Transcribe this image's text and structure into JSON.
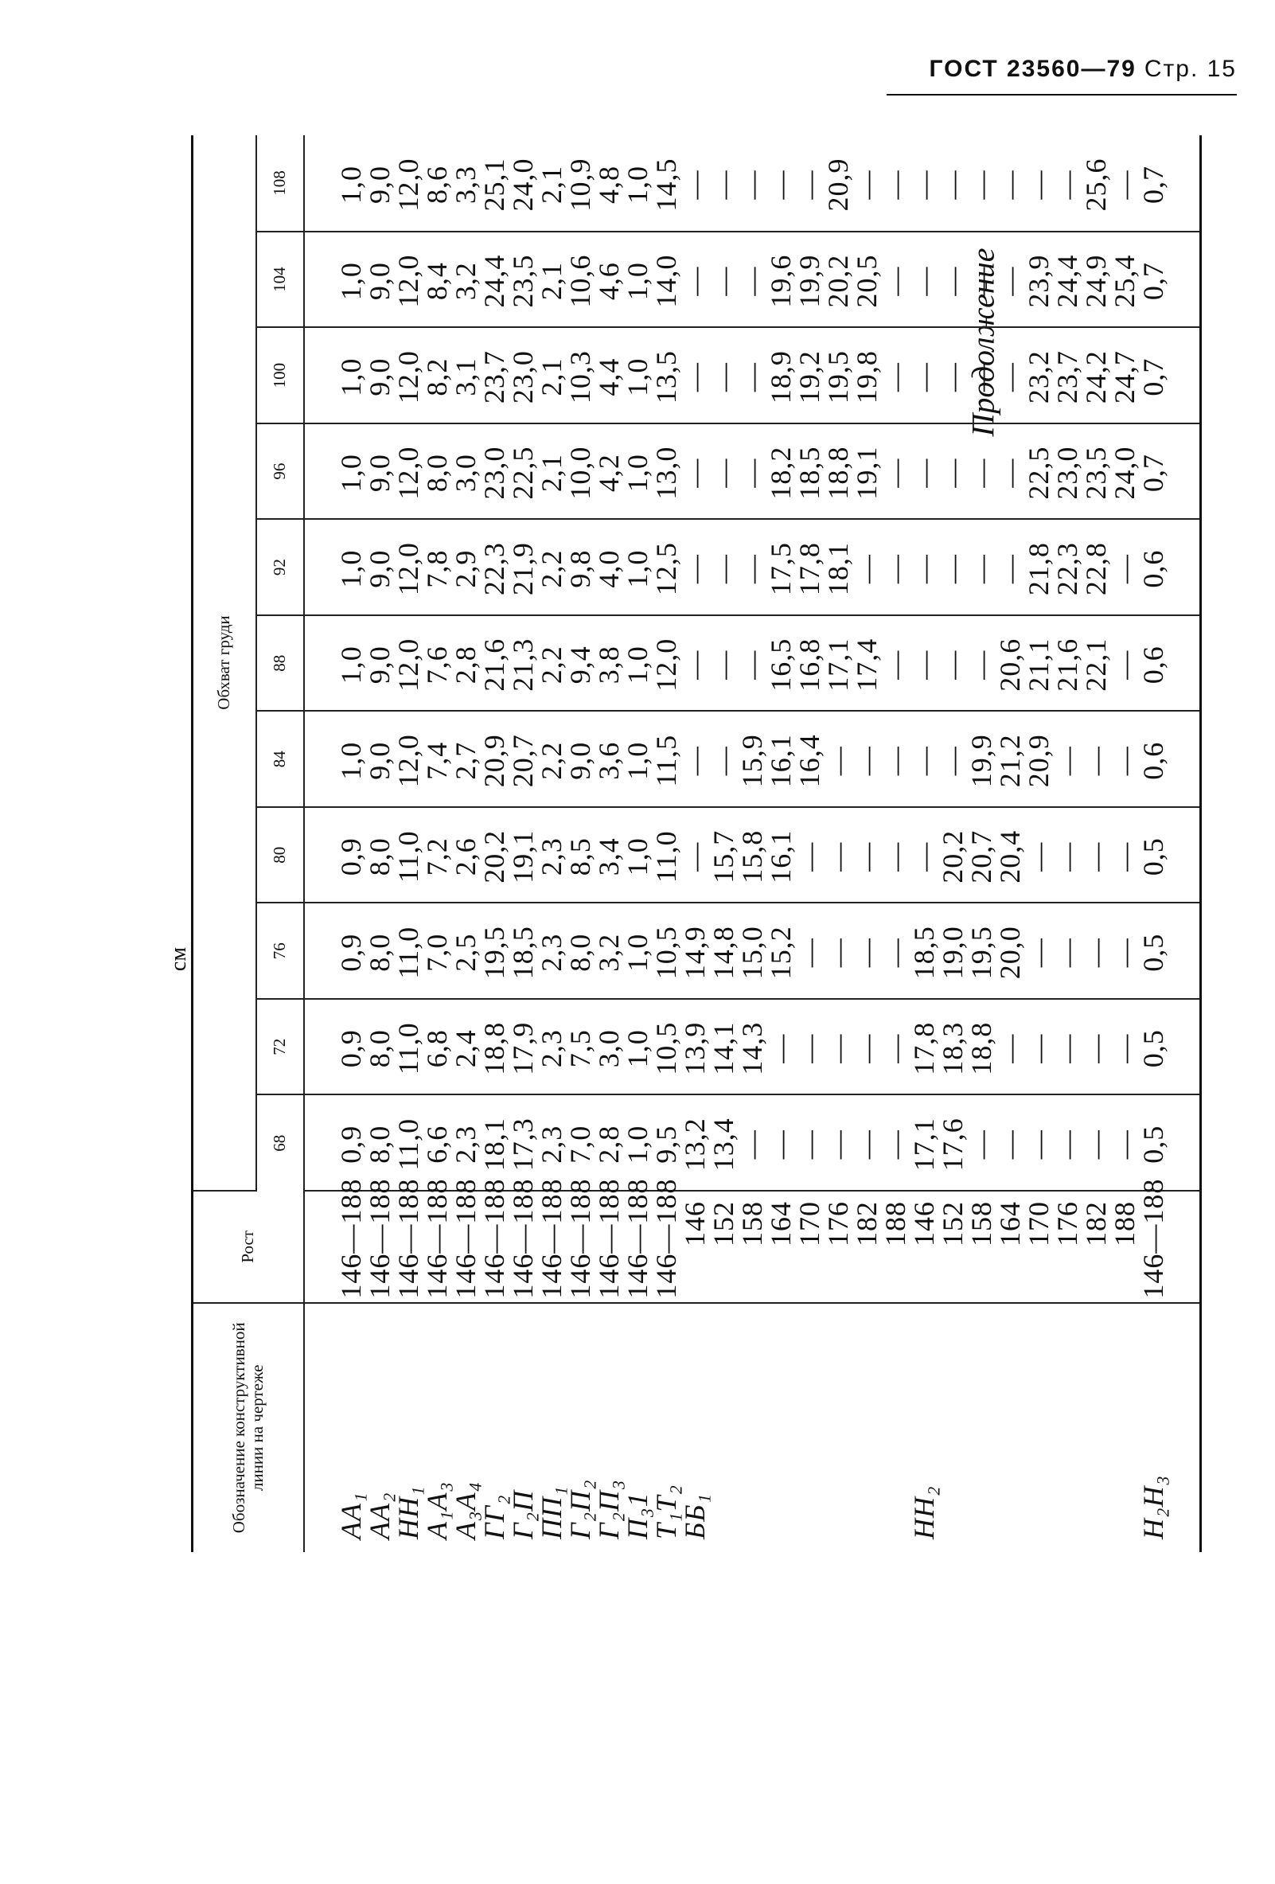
{
  "header": {
    "doc": "ГОСТ 23560—79",
    "page": "Стр. 15"
  },
  "continuation": "Продолжение",
  "unit": "см",
  "table": {
    "col_designation": "Обозначение конструктивной линии на чертеже",
    "col_height": "Рост",
    "col_group": "Обхват груди",
    "girths": [
      "68",
      "72",
      "76",
      "80",
      "84",
      "88",
      "92",
      "96",
      "100",
      "104",
      "108"
    ],
    "rows": [
      {
        "label": "AA₁",
        "height": "146—188",
        "values": [
          "0,9",
          "0,9",
          "0,9",
          "0,9",
          "1,0",
          "1,0",
          "1,0",
          "1,0",
          "1,0",
          "1,0",
          "1,0"
        ]
      },
      {
        "label": "AA₂",
        "height": "146—188",
        "values": [
          "8,0",
          "8,0",
          "8,0",
          "8,0",
          "9,0",
          "9,0",
          "9,0",
          "9,0",
          "9,0",
          "9,0",
          "9,0"
        ]
      },
      {
        "label": "HH₁",
        "height": "146—188",
        "values": [
          "11,0",
          "11,0",
          "11,0",
          "11,0",
          "12,0",
          "12,0",
          "12,0",
          "12,0",
          "12,0",
          "12,0",
          "12,0"
        ]
      },
      {
        "label": "A₁A₃",
        "height": "146—188",
        "values": [
          "6,6",
          "6,8",
          "7,0",
          "7,2",
          "7,4",
          "7,6",
          "7,8",
          "8,0",
          "8,2",
          "8,4",
          "8,6"
        ]
      },
      {
        "label": "A₃A₄",
        "height": "146—188",
        "values": [
          "2,3",
          "2,4",
          "2,5",
          "2,6",
          "2,7",
          "2,8",
          "2,9",
          "3,0",
          "3,1",
          "3,2",
          "3,3"
        ]
      },
      {
        "label": "ГГ₂",
        "height": "146—188",
        "values": [
          "18,1",
          "18,8",
          "19,5",
          "20,2",
          "20,9",
          "21,6",
          "22,3",
          "23,0",
          "23,7",
          "24,4",
          "25,1"
        ]
      },
      {
        "label": "Г₂П",
        "height": "146—188",
        "values": [
          "17,3",
          "17,9",
          "18,5",
          "19,1",
          "20,7",
          "21,3",
          "21,9",
          "22,5",
          "23,0",
          "23,5",
          "24,0"
        ]
      },
      {
        "label": "ПП₁",
        "height": "146—188",
        "values": [
          "2,3",
          "2,3",
          "2,3",
          "2,3",
          "2,2",
          "2,2",
          "2,2",
          "2,1",
          "2,1",
          "2,1",
          "2,1"
        ]
      },
      {
        "label": "Г₂П₂",
        "height": "146—188",
        "values": [
          "7,0",
          "7,5",
          "8,0",
          "8,5",
          "9,0",
          "9,4",
          "9,8",
          "10,0",
          "10,3",
          "10,6",
          "10,9"
        ]
      },
      {
        "label": "Г₂П₃",
        "height": "146—188",
        "values": [
          "2,8",
          "3,0",
          "3,2",
          "3,4",
          "3,6",
          "3,8",
          "4,0",
          "4,2",
          "4,4",
          "4,6",
          "4,8"
        ]
      },
      {
        "label": "П₃1",
        "height": "146—188",
        "values": [
          "1,0",
          "1,0",
          "1,0",
          "1,0",
          "1,0",
          "1,0",
          "1,0",
          "1,0",
          "1,0",
          "1,0",
          "1,0"
        ]
      },
      {
        "label": "T₁T₂",
        "height": "146—188",
        "values": [
          "9,5",
          "10,5",
          "10,5",
          "11,0",
          "11,5",
          "12,0",
          "12,5",
          "13,0",
          "13,5",
          "14,0",
          "14,5"
        ]
      },
      {
        "label": "ББ₁",
        "height": "146",
        "values": [
          "13,2",
          "13,9",
          "14,9",
          "—",
          "—",
          "—",
          "—",
          "—",
          "—",
          "—",
          "—"
        ]
      },
      {
        "label": "",
        "height": "152",
        "values": [
          "13,4",
          "14,1",
          "14,8",
          "15,7",
          "—",
          "—",
          "—",
          "—",
          "—",
          "—",
          "—"
        ]
      },
      {
        "label": "",
        "height": "158",
        "values": [
          "—",
          "14,3",
          "15,0",
          "15,8",
          "15,9",
          "—",
          "—",
          "—",
          "—",
          "—",
          "—"
        ]
      },
      {
        "label": "",
        "height": "164",
        "values": [
          "—",
          "—",
          "15,2",
          "16,1",
          "16,1",
          "16,5",
          "17,5",
          "18,2",
          "18,9",
          "19,6",
          "—"
        ]
      },
      {
        "label": "",
        "height": "170",
        "values": [
          "—",
          "—",
          "—",
          "—",
          "16,4",
          "16,8",
          "17,8",
          "18,5",
          "19,2",
          "19,9",
          "—"
        ]
      },
      {
        "label": "",
        "height": "176",
        "values": [
          "—",
          "—",
          "—",
          "—",
          "—",
          "17,1",
          "18,1",
          "18,8",
          "19,5",
          "20,2",
          "20,9"
        ]
      },
      {
        "label": "",
        "height": "182",
        "values": [
          "—",
          "—",
          "—",
          "—",
          "—",
          "17,4",
          "—",
          "19,1",
          "19,8",
          "20,5",
          "—"
        ]
      },
      {
        "label": "",
        "height": "188",
        "values": [
          "—",
          "—",
          "—",
          "—",
          "—",
          "—",
          "—",
          "—",
          "—",
          "—",
          "—"
        ]
      },
      {
        "label": "HH₂",
        "height": "146",
        "values": [
          "17,1",
          "17,8",
          "18,5",
          "—",
          "—",
          "—",
          "—",
          "—",
          "—",
          "—",
          "—"
        ]
      },
      {
        "label": "",
        "height": "152",
        "values": [
          "17,6",
          "18,3",
          "19,0",
          "20,2",
          "—",
          "—",
          "—",
          "—",
          "—",
          "—",
          "—"
        ]
      },
      {
        "label": "",
        "height": "158",
        "values": [
          "—",
          "18,8",
          "19,5",
          "20,7",
          "19,9",
          "—",
          "—",
          "—",
          "—",
          "—",
          "—"
        ]
      },
      {
        "label": "",
        "height": "164",
        "values": [
          "—",
          "—",
          "20,0",
          "20,4",
          "21,2",
          "20,6",
          "—",
          "—",
          "—",
          "—",
          "—"
        ]
      },
      {
        "label": "",
        "height": "170",
        "values": [
          "—",
          "—",
          "—",
          "—",
          "20,9",
          "21,1",
          "21,8",
          "22,5",
          "23,2",
          "23,9",
          "—"
        ]
      },
      {
        "label": "",
        "height": "176",
        "values": [
          "—",
          "—",
          "—",
          "—",
          "—",
          "21,6",
          "22,3",
          "23,0",
          "23,7",
          "24,4",
          "—"
        ]
      },
      {
        "label": "",
        "height": "182",
        "values": [
          "—",
          "—",
          "—",
          "—",
          "—",
          "22,1",
          "22,8",
          "23,5",
          "24,2",
          "24,9",
          "25,6"
        ]
      },
      {
        "label": "",
        "height": "188",
        "values": [
          "—",
          "—",
          "—",
          "—",
          "—",
          "—",
          "—",
          "24,0",
          "24,7",
          "25,4",
          "—"
        ]
      },
      {
        "label": "H₂H₃",
        "height": "146—188",
        "values": [
          "0,5",
          "0,5",
          "0,5",
          "0,5",
          "0,6",
          "0,6",
          "0,6",
          "0,7",
          "0,7",
          "0,7",
          "0,7"
        ]
      }
    ]
  }
}
